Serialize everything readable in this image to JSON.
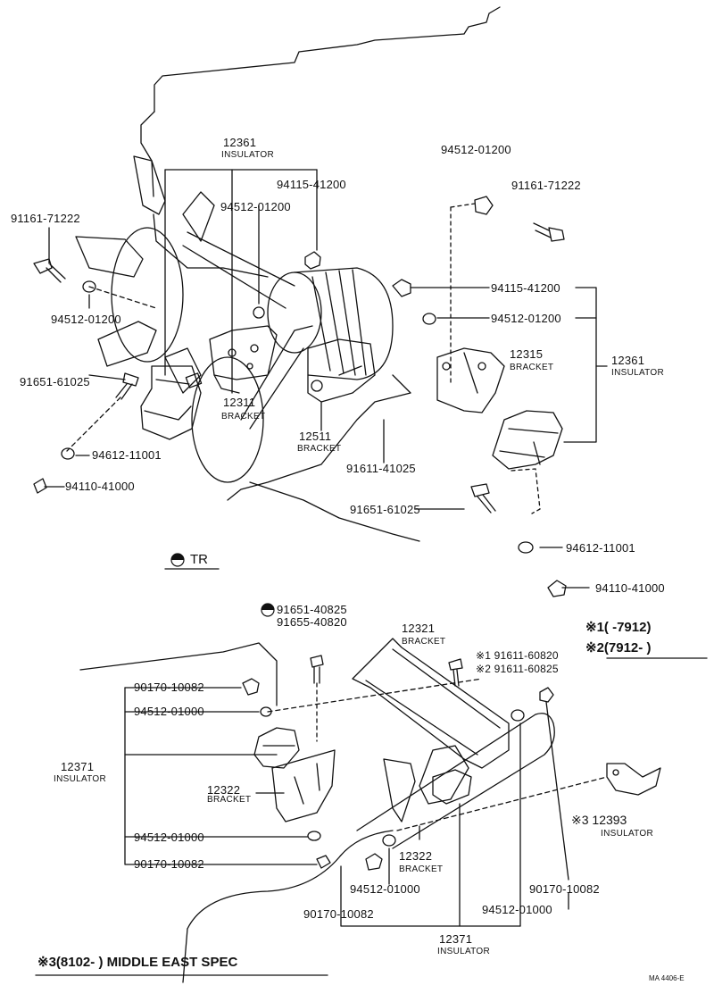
{
  "diagram": {
    "parts": {
      "p12361_top": "12361",
      "p12361_top_name": "INSULATOR",
      "p94115_top": "94115-41200",
      "p94512_top_mid": "94512-01200",
      "p91161_left": "91161-71222",
      "p94512_left": "94512-01200",
      "p91651_left": "91651-61025",
      "p12311": "12311",
      "p12311_name": "BRACKET",
      "p12511": "12511",
      "p12511_name": "BRACKET",
      "p91611": "91611-41025",
      "p94612_left": "94612-11001",
      "p94110_left": "94110-41000",
      "p94512_top_right": "94512-01200",
      "p91161_right": "91161-71222",
      "p94115_right": "94115-41200",
      "p94512_right": "94512-01200",
      "p12315": "12315",
      "p12315_name": "BRACKET",
      "p12361_right": "12361",
      "p12361_right_name": "INSULATOR",
      "p91651_right": "91651-61025",
      "p94612_right": "94612-11001",
      "p94110_right": "94110-41000",
      "p91651_40825": "91651-40825",
      "p91655_40820": "91655-40820",
      "p12321": "12321",
      "p12321_name": "BRACKET",
      "p91611_608x0": "※1 91611-60820",
      "p91611_608x5": "※2 91611-60825",
      "p90170_a": "90170-10082",
      "p94512_b": "94512-01000",
      "p12371_left": "12371",
      "p12371_left_name": "INSULATOR",
      "p12322_left": "12322",
      "p12322_left_name": "BRACKET",
      "p94512_c": "94512-01000",
      "p90170_d": "90170-10082",
      "p12322_right": "12322",
      "p12322_right_name": "BRACKET",
      "p12393": "※3 12393",
      "p12393_name": "INSULATOR",
      "p94512_e": "94512-01000",
      "p90170_f": "90170-10082",
      "p90170_g": "90170-10082",
      "p94512_h": "94512-01000",
      "p12371_bottom": "12371",
      "p12371_bottom_name": "INSULATOR"
    },
    "tr_label": "TR",
    "note1": "※1(      -7912)",
    "note2": "※2(7912-      )",
    "note3": "※3(8102-          ) MIDDLE  EAST  SPEC",
    "ref_code": "MA  4406-E"
  }
}
